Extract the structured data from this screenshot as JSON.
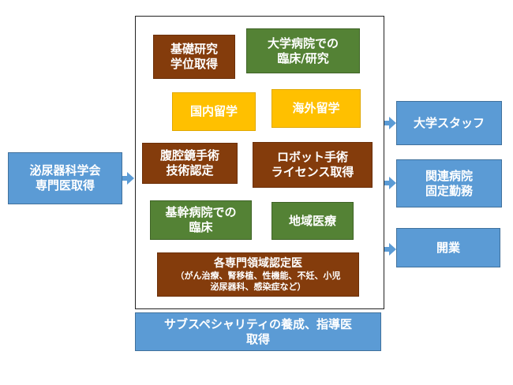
{
  "left_box": {
    "line1": "泌尿器科学会",
    "line2": "専門医取得"
  },
  "center": {
    "research_degree": {
      "line1": "基礎研究",
      "line2": "学位取得"
    },
    "univ_hospital": {
      "line1": "大学病院での",
      "line2": "臨床/研究"
    },
    "domestic_study": {
      "label": "国内留学"
    },
    "overseas_study": {
      "label": "海外留学"
    },
    "laparoscopy": {
      "line1": "腹腔鏡手術",
      "line2": "技術認定"
    },
    "robot_license": {
      "line1": "ロボット手術",
      "line2": "ライセンス取得"
    },
    "core_hospital": {
      "line1": "基幹病院での",
      "line2": "臨床"
    },
    "community_med": {
      "label": "地域医療"
    },
    "specialty_cert": {
      "line1": "各専門領域認定医",
      "line2": "（がん治療、腎移植、性機能、不妊、小児",
      "line3": "泌尿器科、感染症など）"
    }
  },
  "bottom_box": {
    "line1": "サブスペシャリティの養成、指導医",
    "line2": "取得"
  },
  "right_boxes": [
    {
      "line1": "大学スタッフ",
      "line2": ""
    },
    {
      "line1": "関連病院",
      "line2": "固定勤務"
    },
    {
      "line1": "開業",
      "line2": ""
    }
  ],
  "colors": {
    "blue": "#5b9bd5",
    "brown": "#843c0c",
    "green": "#548235",
    "yellow": "#ffc000"
  }
}
